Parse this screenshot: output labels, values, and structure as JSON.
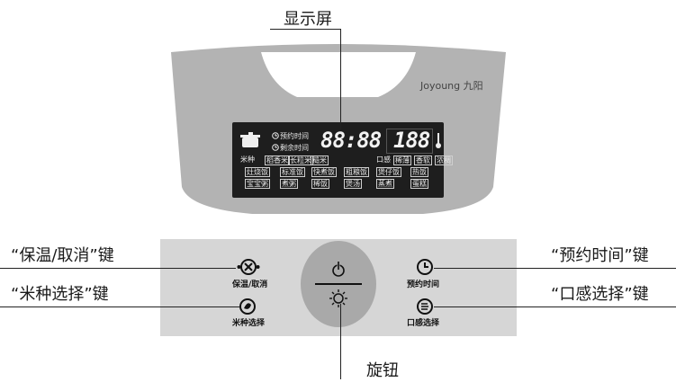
{
  "callouts": {
    "display": "显示屏",
    "keep_warm_cancel": "“保温/取消”键",
    "rice_type": "“米种选择”键",
    "schedule_time": "“预约时间”键",
    "texture": "“口感选择”键",
    "knob": "旋钮"
  },
  "brand": "Joyoung 九阳",
  "lcd": {
    "schedule_label": "预约时间",
    "remaining_label": "剩余时间",
    "time_digits": "88:88",
    "temp_digits": "188",
    "row1": [
      "米种",
      "稻香米",
      "长粒米",
      "糙米",
      "口感",
      "稀薄",
      "香软",
      "浓稠"
    ],
    "row2": [
      "灶烧饭",
      "标准饭",
      "快煮饭",
      "粗粮饭",
      "煲仔饭",
      "热饭"
    ],
    "row3": [
      "宝宝粥",
      "煮粥",
      "稀饭",
      "煲汤",
      "蒸煮",
      "蛋糕"
    ]
  },
  "buttons": {
    "keep_warm_cancel": "保温/取消",
    "rice_type": "米种选择",
    "schedule_time": "预约时间",
    "texture": "口感选择"
  },
  "colors": {
    "faceplate": "#b3b3b3",
    "lcd": "#1e1e1e",
    "panel": "#d6d6d6",
    "knob": "#a9a9a9"
  }
}
